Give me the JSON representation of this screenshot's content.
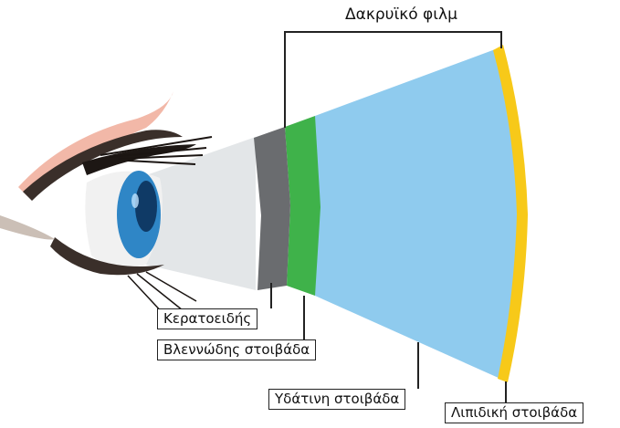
{
  "title": "Δακρυϊκό φιλμ",
  "labels": {
    "cornea": "Κερατοειδής",
    "mucous_layer": "Βλεννώδης στοιβάδα",
    "aqueous_layer": "Υδάτινη στοιβάδα",
    "lipid_layer": "Λιπιδική στοιβάδα"
  },
  "colors": {
    "cornea": "#6a6c6f",
    "mucous_layer": "#3fb24a",
    "aqueous_layer": "#8fcbee",
    "lipid_layer": "#f7c919",
    "light_beam": "#e3e6e8",
    "iris": "#2f86c6",
    "skin": "#f2b8a8"
  }
}
